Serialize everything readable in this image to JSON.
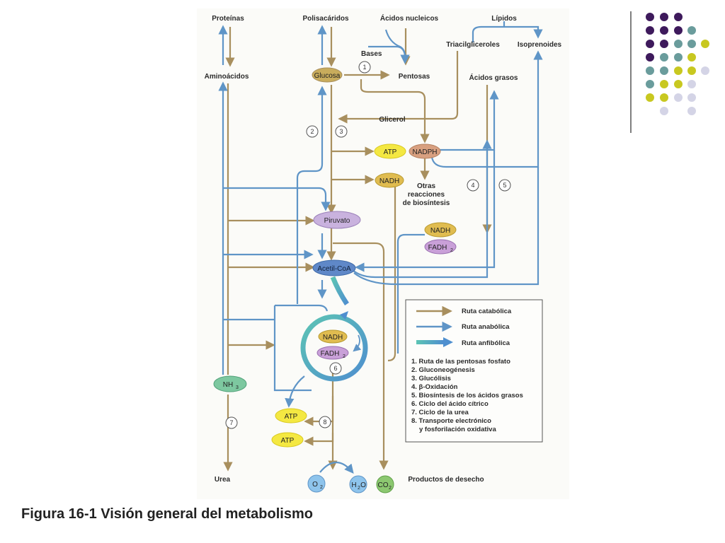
{
  "caption": "Figura 16-1 Visión general del metabolismo",
  "colors": {
    "catabolic": "#a88f5e",
    "anabolic": "#5f95c7",
    "amphibolic_start": "#5cc4b4",
    "amphibolic_end": "#4f8fcf",
    "dot_purple": "#3e1a5c",
    "dot_teal": "#6a9c9c",
    "dot_lime": "#c8c820",
    "dot_lavender": "#d4d4e6"
  },
  "labels": {
    "proteinas": "Proteínas",
    "polisacaridos": "Polisacáridos",
    "acidos_nucleicos": "Ácidos nucleicos",
    "lipidos": "Lípidos",
    "bases": "Bases",
    "triacilgliceroles": "Triacilgliceroles",
    "isoprenoides": "Isoprenoides",
    "aminoacidos": "Aminoácidos",
    "pentosas": "Pentosas",
    "acidos_grasos": "Ácidos grasos",
    "glicerol": "Glicerol",
    "otras_1": "Otras",
    "otras_2": "reacciones",
    "otras_3": "de biosíntesis",
    "urea": "Urea",
    "productos_desecho": "Productos de desecho"
  },
  "nodes": {
    "glucosa": "Glucosa",
    "atp_top": "ATP",
    "nadph": "NADPH",
    "nadh_top": "NADH",
    "piruvato": "Piruvato",
    "nadh_mid": "NADH",
    "fadh2_mid": "FADH",
    "acetil_coa": "Acetil-CoA",
    "nadh_cycle": "NADH",
    "fadh2_cycle": "FADH",
    "nh3": "NH",
    "atp_low1": "ATP",
    "atp_low2": "ATP",
    "o2": "O",
    "h2o_h": "H",
    "h2o_o": "O",
    "co2": "CO",
    "sub_2": "2",
    "sub_3": "3"
  },
  "numbers": [
    "1",
    "2",
    "3",
    "4",
    "5",
    "6",
    "7",
    "8"
  ],
  "legend": {
    "catabolic": "Ruta catabólica",
    "anabolic": "Ruta anabólica",
    "amphibolic": "Ruta anfibólica",
    "items": [
      "1. Ruta de las pentosas fosfato",
      "2. Gluconeogénesis",
      "3. Glucólisis",
      "4. β-Oxidación",
      "5. Biosíntesis de los ácidos grasos",
      "6. Ciclo del ácido cítrico",
      "7. Ciclo de la urea",
      "8. Transporte electrónico",
      "y fosforilación oxidativa"
    ]
  }
}
